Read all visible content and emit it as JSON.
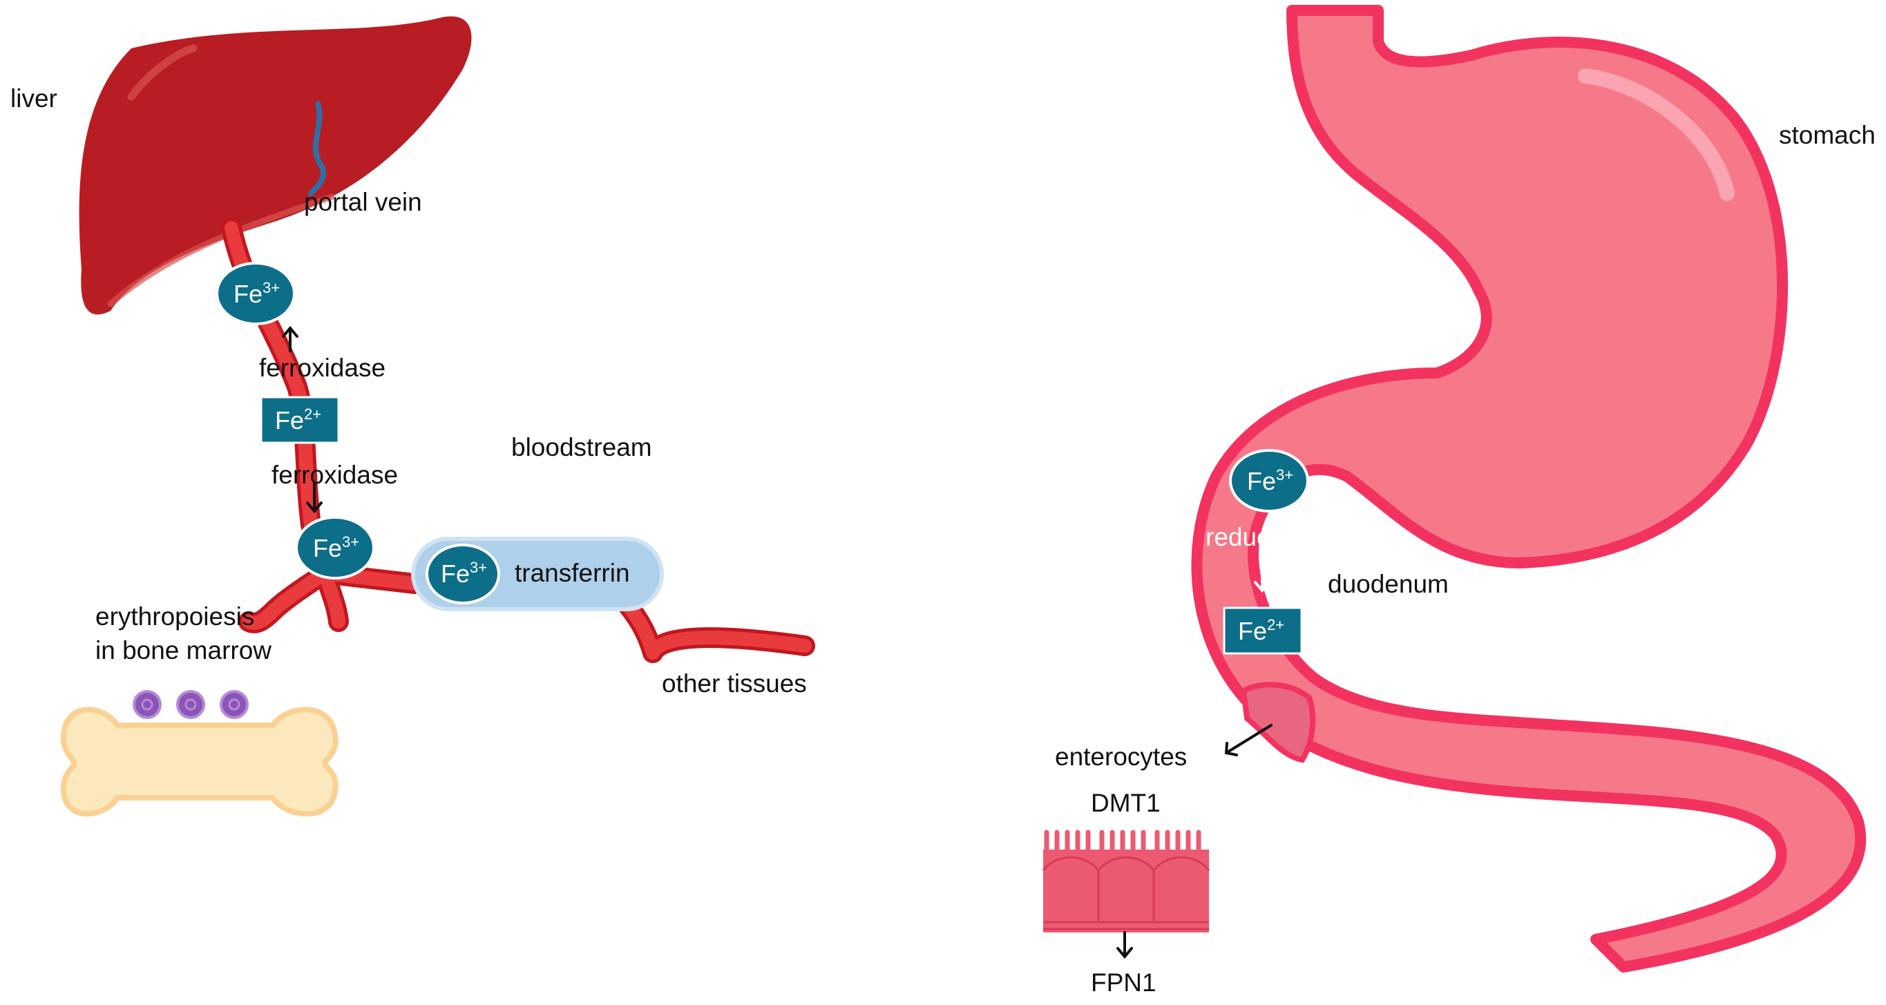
{
  "labels": {
    "liver": "liver",
    "portal_vein": "portal vein",
    "ferroxidase_top": "ferroxidase",
    "ferroxidase_bottom": "ferroxidase",
    "bloodstream": "bloodstream",
    "transferrin": "transferrin",
    "erythropoiesis_line1": "erythropoiesis",
    "erythropoiesis_line2": "in bone marrow",
    "other_tissues": "other tissues",
    "stomach": "stomach",
    "reductase": "reductase",
    "duodenum": "duodenum",
    "enterocytes": "enterocytes",
    "dmt1": "DMT1",
    "fpn1": "FPN1"
  },
  "ions": {
    "fe3_base": "Fe",
    "fe3_charge": "3+",
    "fe2_base": "Fe",
    "fe2_charge": "2+"
  },
  "colors": {
    "liver": "#b81d24",
    "vessel": "#e93b3e",
    "iron_badge": "#0d6e8a",
    "transferrin": "#aed0ea",
    "stomach_fill": "#f6798a",
    "stomach_outline": "#f3335f",
    "bone": "#fbe9bd",
    "blood_cells": "#8a55b6"
  }
}
